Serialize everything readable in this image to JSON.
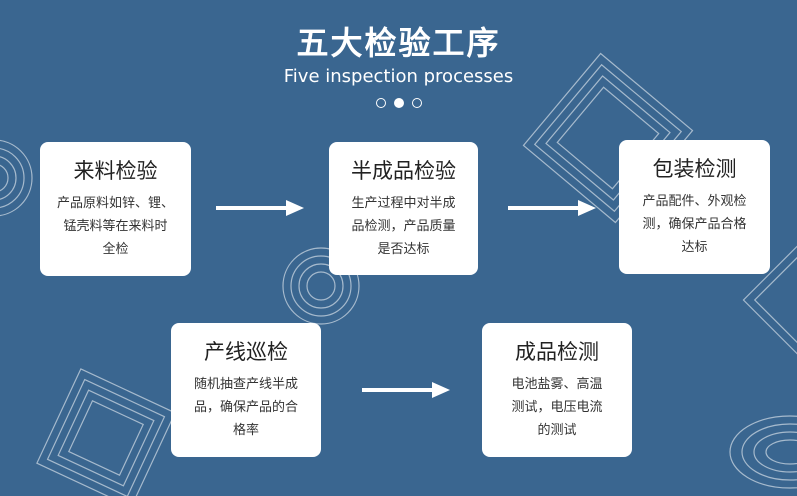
{
  "header": {
    "title": "五大检验工序",
    "subtitle": "Five inspection processes"
  },
  "pager": {
    "count": 3,
    "active_index": 1
  },
  "steps": [
    {
      "title": "来料检验",
      "desc": [
        "产品原料如锌、锂、",
        "锰壳料等在来料时",
        "全检"
      ]
    },
    {
      "title": "半成品检验",
      "desc": [
        "生产过程中对半成",
        "品检测，产品质量",
        "是否达标"
      ]
    },
    {
      "title": "包装检测",
      "desc": [
        "产品配件、外观检",
        "测，确保产品合格",
        "达标"
      ]
    },
    {
      "title": "产线巡检",
      "desc": [
        "随机抽查产线半成",
        "品，确保产品的合",
        "格率"
      ]
    },
    {
      "title": "成品检测",
      "desc": [
        "电池盐雾、高温",
        "测试，电压电流",
        "的测试"
      ]
    }
  ],
  "colors": {
    "background": "#3a6690",
    "card": "#ffffff",
    "accent": "#ffffff"
  }
}
